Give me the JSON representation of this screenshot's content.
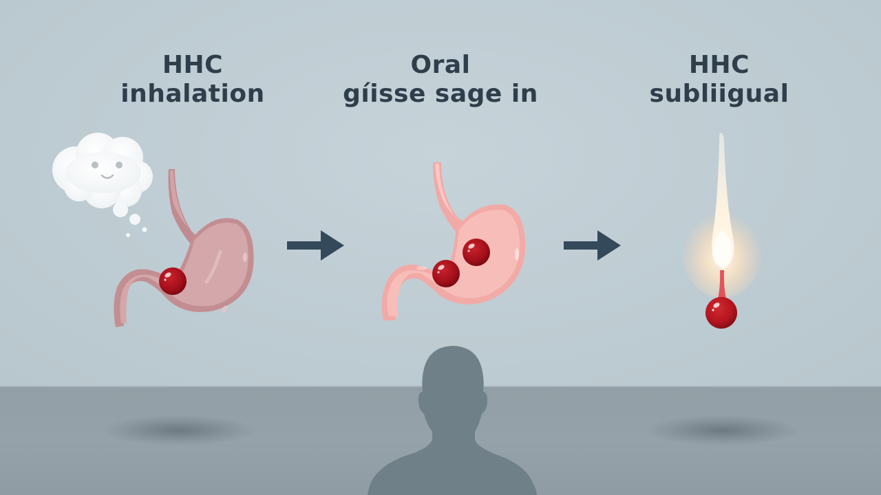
{
  "scene": {
    "background_color": "#bfccd3",
    "floor_color": "#939fa6",
    "text_color": "#2e3e4b"
  },
  "columns": [
    {
      "id": "inhalation",
      "title_line1": "HHC",
      "title_line2": "inhalation",
      "illustration": "cloud-icon + stomach-icon with one red droplet",
      "stomach_color": "#c9979b",
      "droplets": 1
    },
    {
      "id": "oral",
      "title_line1": "Oral",
      "title_line2": "gíisse sage in",
      "illustration": "stomach-icon with two red droplets",
      "stomach_color": "#f3b6b2",
      "droplets": 2
    },
    {
      "id": "sublingual",
      "title_line1": "HHC",
      "title_line2": "subliigual",
      "illustration": "glowing flame drop above red droplet",
      "droplets": 1
    }
  ],
  "arrows": [
    {
      "from": "inhalation",
      "to": "oral",
      "icon": "arrow-right-icon",
      "color": "#34495a"
    },
    {
      "from": "oral",
      "to": "sublingual",
      "icon": "arrow-right-icon",
      "color": "#34495a"
    }
  ],
  "figure": {
    "icon": "person-silhouette-icon",
    "color": "#6f8089"
  },
  "droplet_color": "#a3101a"
}
